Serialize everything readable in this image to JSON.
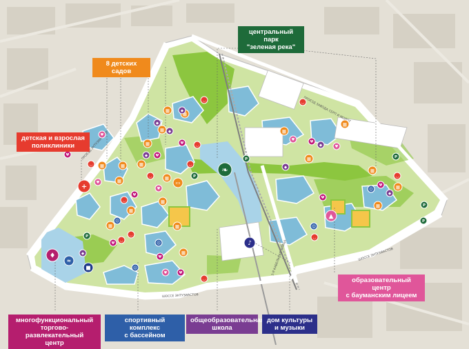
{
  "callouts": {
    "central_park": {
      "line1": "центральный парк",
      "line2": "\"зеленая река\"",
      "color": "#1e6b3a"
    },
    "kindergartens": {
      "text": "8 детских садов",
      "color": "#f08a1c"
    },
    "polyclinic": {
      "line1": "детская и взрослая",
      "line2": "поликлиники",
      "color": "#e63b2e"
    },
    "education_center": {
      "line1": "образовательный центр",
      "line2": "с бауманским лицеем",
      "color": "#e0569a"
    },
    "mall": {
      "line1": "многофункциональный",
      "line2": "торгово-развлекательный",
      "line3": "центр",
      "color": "#b51e6e"
    },
    "sports": {
      "line1": "спортивный комплекс",
      "line2": "с бассейном",
      "color": "#2e5fa8"
    },
    "school": {
      "line1": "общеобразовательная",
      "line2": "школа",
      "color": "#7a3d92"
    },
    "culture": {
      "line1": "дом культуры",
      "line2": "и музыки",
      "color": "#2c2f8a"
    }
  },
  "roads": {
    "shosse_entuziastov_bottom": "ШОССЕ ЭНТУЗИАСТОВ",
    "shosse_entuziastov_right": "ШОССЕ ЭНТУЗИАСТОВ",
    "proezd_serp_i_molot": "ПРОЕЗД ЗАВОДА СЕРП И МОЛОТ",
    "proezd_entuziastov": "ПРОЕЗД ЭНТУЗИАСТОВ",
    "kabelnaya": "3-Я КАБЕЛЬНАЯ УЛИЦА"
  },
  "icons": [
    {
      "id": "mall",
      "name": "mall-icon",
      "color": "#b51e6e",
      "glyph": "♦"
    },
    {
      "id": "sports",
      "name": "swimming-icon",
      "color": "#2e5fa8",
      "glyph": "≈"
    },
    {
      "id": "school-left",
      "name": "school-icon",
      "color": "#1e3a8a",
      "glyph": "■"
    },
    {
      "id": "culture",
      "name": "music-icon",
      "color": "#2c2f8a",
      "glyph": "♪"
    },
    {
      "id": "education",
      "name": "graduation-cap-icon",
      "color": "#e0569a",
      "glyph": "▲"
    },
    {
      "id": "polyclinic",
      "name": "medical-cross-icon",
      "color": "#e63b2e",
      "glyph": "+"
    },
    {
      "id": "park",
      "name": "leaf-icon",
      "color": "#1e6b3a",
      "glyph": "❧"
    },
    {
      "id": "library",
      "name": "book-icon",
      "color": "#f08a1c",
      "glyph": "▭"
    },
    {
      "id": "kg1",
      "name": "kindergarten-icon",
      "color": "#f08a1c",
      "glyph": "▦"
    },
    {
      "id": "kg2",
      "name": "kindergarten-icon",
      "color": "#f08a1c",
      "glyph": "▦"
    },
    {
      "id": "kg3",
      "name": "kindergarten-icon",
      "color": "#f08a1c",
      "glyph": "▦"
    },
    {
      "id": "kg4",
      "name": "kindergarten-icon",
      "color": "#f08a1c",
      "glyph": "▦"
    },
    {
      "id": "kg5",
      "name": "kindergarten-icon",
      "color": "#f08a1c",
      "glyph": "▦"
    },
    {
      "id": "kg6",
      "name": "kindergarten-icon",
      "color": "#f08a1c",
      "glyph": "▦"
    },
    {
      "id": "kg7",
      "name": "kindergarten-icon",
      "color": "#f08a1c",
      "glyph": "▦"
    },
    {
      "id": "kg8",
      "name": "kindergarten-icon",
      "color": "#f08a1c",
      "glyph": "▦"
    },
    {
      "id": "kg9",
      "name": "kindergarten-icon",
      "color": "#f08a1c",
      "glyph": "▦"
    },
    {
      "id": "kg10",
      "name": "kindergarten-icon",
      "color": "#f08a1c",
      "glyph": "▦"
    },
    {
      "id": "kg11",
      "name": "kindergarten-icon",
      "color": "#f08a1c",
      "glyph": "▦"
    },
    {
      "id": "kg12",
      "name": "kindergarten-icon",
      "color": "#f08a1c",
      "glyph": "▦"
    },
    {
      "id": "kg13",
      "name": "kindergarten-icon",
      "color": "#f08a1c",
      "glyph": "▦"
    },
    {
      "id": "kg14",
      "name": "kindergarten-icon",
      "color": "#f08a1c",
      "glyph": "▦"
    },
    {
      "id": "kg15",
      "name": "kindergarten-icon",
      "color": "#f08a1c",
      "glyph": "▦"
    },
    {
      "id": "kg16",
      "name": "kindergarten-icon",
      "color": "#f08a1c",
      "glyph": "▦"
    },
    {
      "id": "kg17",
      "name": "kindergarten-icon",
      "color": "#f08a1c",
      "glyph": "▦"
    },
    {
      "id": "kg18",
      "name": "kindergarten-icon",
      "color": "#f08a1c",
      "glyph": "▦"
    },
    {
      "id": "kg19",
      "name": "kindergarten-icon",
      "color": "#f08a1c",
      "glyph": "▦"
    },
    {
      "id": "kg20",
      "name": "kindergarten-icon",
      "color": "#f08a1c",
      "glyph": "▦"
    },
    {
      "id": "shop1",
      "name": "basket-icon",
      "color": "#e63b2e",
      "glyph": "◡"
    },
    {
      "id": "shop2",
      "name": "basket-icon",
      "color": "#e63b2e",
      "glyph": "◡"
    },
    {
      "id": "shop3",
      "name": "basket-icon",
      "color": "#e63b2e",
      "glyph": "◡"
    },
    {
      "id": "shop4",
      "name": "basket-icon",
      "color": "#e63b2e",
      "glyph": "◡"
    },
    {
      "id": "shop5",
      "name": "basket-icon",
      "color": "#e63b2e",
      "glyph": "◡"
    },
    {
      "id": "shop6",
      "name": "basket-icon",
      "color": "#e63b2e",
      "glyph": "◡"
    },
    {
      "id": "shop7",
      "name": "basket-icon",
      "color": "#e63b2e",
      "glyph": "◡"
    },
    {
      "id": "shop8",
      "name": "basket-icon",
      "color": "#e63b2e",
      "glyph": "◡"
    },
    {
      "id": "shop9",
      "name": "basket-icon",
      "color": "#e63b2e",
      "glyph": "◡"
    },
    {
      "id": "shop10",
      "name": "basket-icon",
      "color": "#e63b2e",
      "glyph": "◡"
    },
    {
      "id": "shop11",
      "name": "basket-icon",
      "color": "#e63b2e",
      "glyph": "◡"
    },
    {
      "id": "shop12",
      "name": "basket-icon",
      "color": "#e63b2e",
      "glyph": "◡"
    },
    {
      "id": "heart1",
      "name": "health-icon",
      "color": "#e0569a",
      "glyph": "♥"
    },
    {
      "id": "heart2",
      "name": "health-icon",
      "color": "#e0569a",
      "glyph": "♥"
    },
    {
      "id": "heart3",
      "name": "health-icon",
      "color": "#e0569a",
      "glyph": "♥"
    },
    {
      "id": "heart4",
      "name": "health-icon",
      "color": "#e0569a",
      "glyph": "♥"
    },
    {
      "id": "heart5",
      "name": "health-icon",
      "color": "#e0569a",
      "glyph": "♥"
    },
    {
      "id": "heart6",
      "name": "health-icon",
      "color": "#e0569a",
      "glyph": "♥"
    },
    {
      "id": "food1",
      "name": "cafe-icon",
      "color": "#c2187a",
      "glyph": "Ψ"
    },
    {
      "id": "food2",
      "name": "cafe-icon",
      "color": "#c2187a",
      "glyph": "Ψ"
    },
    {
      "id": "food3",
      "name": "cafe-icon",
      "color": "#c2187a",
      "glyph": "Ψ"
    },
    {
      "id": "food4",
      "name": "cafe-icon",
      "color": "#c2187a",
      "glyph": "Ψ"
    },
    {
      "id": "food5",
      "name": "cafe-icon",
      "color": "#c2187a",
      "glyph": "Ψ"
    },
    {
      "id": "food6",
      "name": "cafe-icon",
      "color": "#c2187a",
      "glyph": "Ψ"
    },
    {
      "id": "food7",
      "name": "cafe-icon",
      "color": "#c2187a",
      "glyph": "Ψ"
    },
    {
      "id": "food8",
      "name": "cafe-icon",
      "color": "#c2187a",
      "glyph": "Ψ"
    },
    {
      "id": "food9",
      "name": "cafe-icon",
      "color": "#c2187a",
      "glyph": "Ψ"
    },
    {
      "id": "food10",
      "name": "cafe-icon",
      "color": "#c2187a",
      "glyph": "Ψ"
    },
    {
      "id": "dog1",
      "name": "dog-walking-icon",
      "color": "#7a3d92",
      "glyph": "◆"
    },
    {
      "id": "dog2",
      "name": "dog-walking-icon",
      "color": "#7a3d92",
      "glyph": "◆"
    },
    {
      "id": "dog3",
      "name": "dog-walking-icon",
      "color": "#7a3d92",
      "glyph": "◆"
    },
    {
      "id": "dog4",
      "name": "dog-walking-icon",
      "color": "#7a3d92",
      "glyph": "◆"
    },
    {
      "id": "dog5",
      "name": "dog-walking-icon",
      "color": "#7a3d92",
      "glyph": "◆"
    },
    {
      "id": "dog6",
      "name": "dog-walking-icon",
      "color": "#7a3d92",
      "glyph": "◆"
    },
    {
      "id": "dog7",
      "name": "dog-walking-icon",
      "color": "#7a3d92",
      "glyph": "◆"
    },
    {
      "id": "dog8",
      "name": "dog-walking-icon",
      "color": "#7a3d92",
      "glyph": "◆"
    },
    {
      "id": "play1",
      "name": "playground-icon",
      "color": "#2e5fa8",
      "glyph": "☺"
    },
    {
      "id": "play2",
      "name": "playground-icon",
      "color": "#2e5fa8",
      "glyph": "☺"
    },
    {
      "id": "play3",
      "name": "playground-icon",
      "color": "#2e5fa8",
      "glyph": "☺"
    },
    {
      "id": "play4",
      "name": "playground-icon",
      "color": "#2e5fa8",
      "glyph": "☺"
    },
    {
      "id": "play5",
      "name": "playground-icon",
      "color": "#2e5fa8",
      "glyph": "☺"
    },
    {
      "id": "park1",
      "name": "parking-icon",
      "color": "#1e6b3a",
      "glyph": "P"
    },
    {
      "id": "park2",
      "name": "parking-icon",
      "color": "#1e6b3a",
      "glyph": "P"
    },
    {
      "id": "park3",
      "name": "parking-icon",
      "color": "#1e6b3a",
      "glyph": "P"
    },
    {
      "id": "park4",
      "name": "parking-icon",
      "color": "#1e6b3a",
      "glyph": "P"
    },
    {
      "id": "park5",
      "name": "parking-icon",
      "color": "#1e6b3a",
      "glyph": "P"
    },
    {
      "id": "park6",
      "name": "parking-icon",
      "color": "#1e6b3a",
      "glyph": "P"
    }
  ],
  "colors": {
    "background": "#e4e0d6",
    "district_base": "#cfe4a3",
    "green": "#8cc63f",
    "dark_green": "#5fa83a",
    "water_blue": "#a9d3e8",
    "building_blue": "#7fbcd8",
    "road": "#ffffff",
    "railway": "#7d7d7d",
    "callout_line": "#666666"
  }
}
